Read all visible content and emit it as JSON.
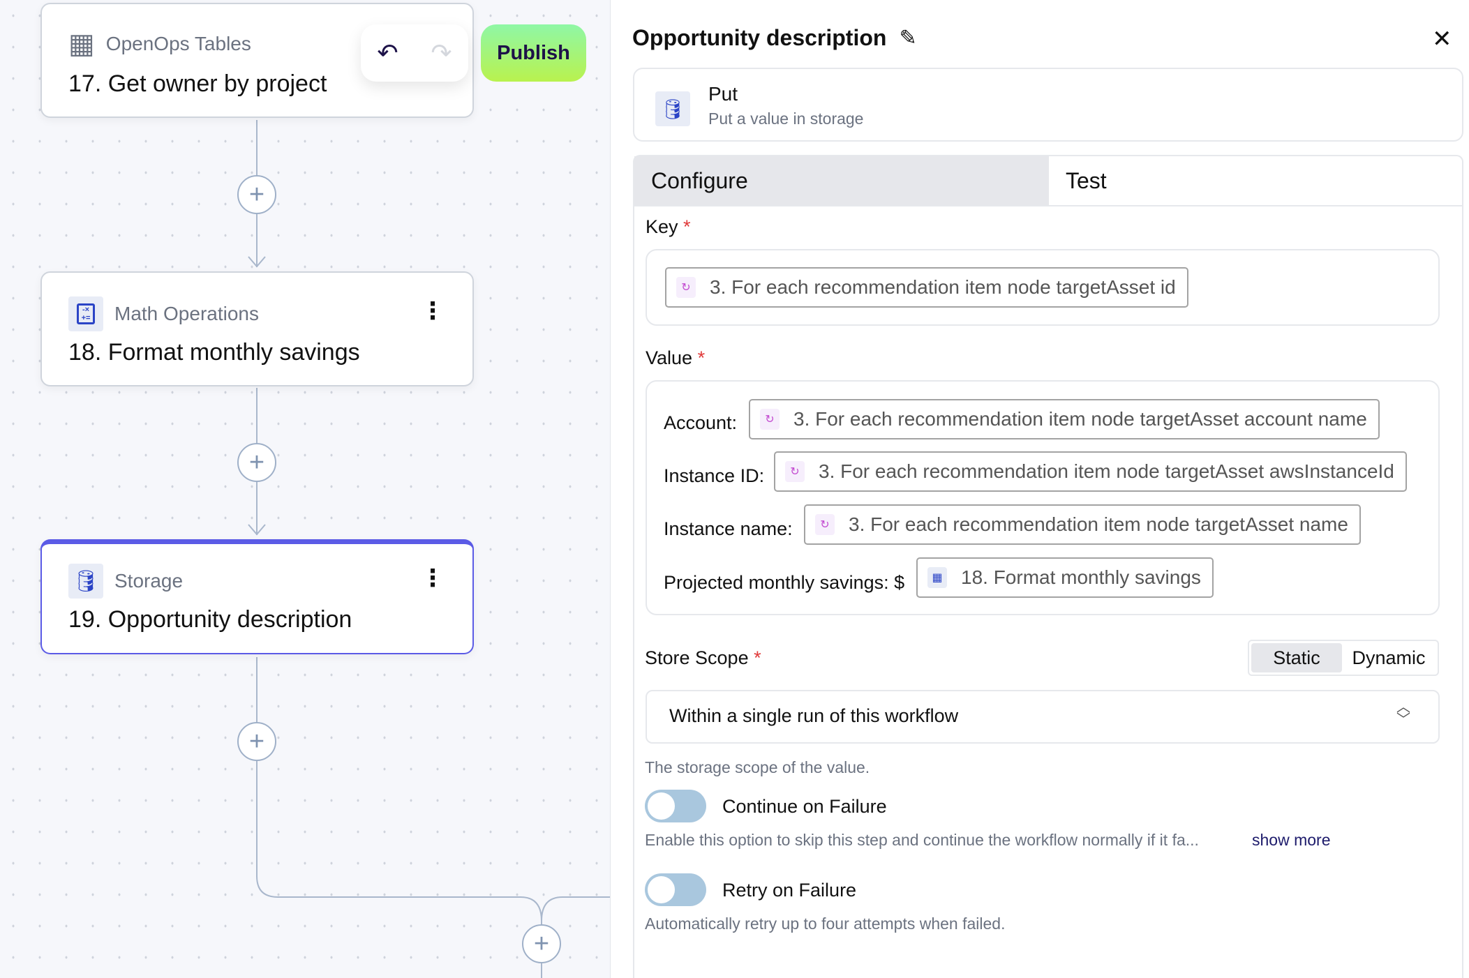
{
  "canvas": {
    "undo_icon": "undo-icon",
    "redo_icon": "redo-icon",
    "publish_label": "Publish",
    "nodes": [
      {
        "category": "OpenOps Tables",
        "title": "17. Get owner by project",
        "icon": "table-icon"
      },
      {
        "category": "Math Operations",
        "title": "18. Format monthly savings",
        "icon": "calculator-icon"
      },
      {
        "category": "Storage",
        "title": "19. Opportunity description",
        "icon": "database-icon",
        "selected": true
      }
    ]
  },
  "panel": {
    "title": "Opportunity description",
    "action": {
      "name": "Put",
      "description": "Put a value in storage"
    },
    "tabs": [
      {
        "label": "Configure",
        "active": true
      },
      {
        "label": "Test"
      }
    ],
    "key": {
      "label": "Key",
      "required_mark": "*",
      "chip": "3. For each recommendation item node targetAsset id"
    },
    "value": {
      "label": "Value",
      "required_mark": "*",
      "rows": [
        {
          "label": "Account:",
          "chip": "3. For each recommendation item node targetAsset account name"
        },
        {
          "label": "Instance ID:",
          "chip": "3. For each recommendation item node targetAsset awsInstanceId"
        },
        {
          "label": "Instance name:",
          "chip": "3. For each recommendation item node targetAsset name"
        },
        {
          "label": "Projected monthly savings: $",
          "chip": "18. Format monthly savings"
        }
      ]
    },
    "store_scope": {
      "label": "Store Scope",
      "required_mark": "*",
      "modes": [
        "Static",
        "Dynamic"
      ],
      "active_mode": "Static",
      "selected": "Within a single run of this workflow",
      "help": "The storage scope of the value."
    },
    "continue_on_failure": {
      "label": "Continue on Failure",
      "enabled": false,
      "description": "Enable this option to skip this step and continue the workflow normally if it fa...",
      "show_more": "show more"
    },
    "retry_on_failure": {
      "label": "Retry on Failure",
      "enabled": false,
      "description": "Automatically retry up to four attempts when failed."
    }
  }
}
